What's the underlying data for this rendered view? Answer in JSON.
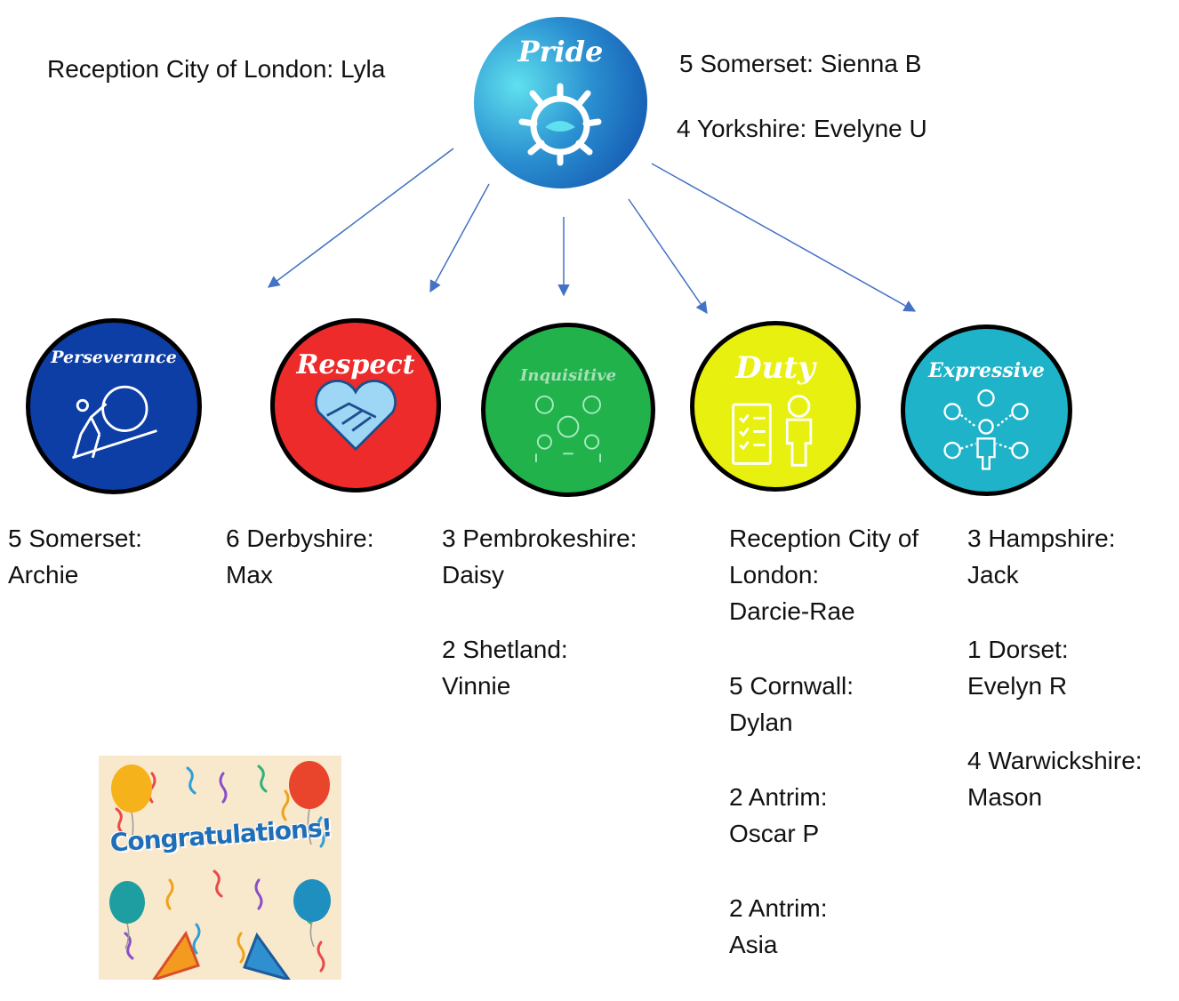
{
  "pride": {
    "label": "Pride",
    "winners": [
      "Reception City of London: Lyla",
      "5 Somerset: Sienna B",
      "4 Yorkshire: Evelyne U"
    ]
  },
  "values": [
    {
      "id": "perseverance",
      "label": "Perseverance",
      "color": "#0c3ea5",
      "winners": [
        {
          "class": "5 Somerset:",
          "name": "Archie"
        }
      ]
    },
    {
      "id": "respect",
      "label": "Respect",
      "color": "#ee2b2b",
      "winners": [
        {
          "class": "6 Derbyshire:",
          "name": "Max"
        }
      ]
    },
    {
      "id": "inquisitive",
      "label": "Inquisitive",
      "color": "#22b24c",
      "winners": [
        {
          "class": "3 Pembrokeshire:",
          "name": "Daisy"
        },
        {
          "class": "2 Shetland:",
          "name": "Vinnie"
        }
      ]
    },
    {
      "id": "duty",
      "label": "Duty",
      "color": "#e8f010",
      "winners": [
        {
          "class": "Reception City of London:",
          "name": "Darcie-Rae"
        },
        {
          "class": "5 Cornwall:",
          "name": "Dylan"
        },
        {
          "class": "2 Antrim:",
          "name": "Oscar P"
        },
        {
          "class": "2 Antrim:",
          "name": "Asia"
        }
      ]
    },
    {
      "id": "expressive",
      "label": "Expressive",
      "color": "#1eb3c8",
      "winners": [
        {
          "class": "3 Hampshire:",
          "name": "Jack"
        },
        {
          "class": "1 Dorset:",
          "name": "Evelyn R"
        },
        {
          "class": "4 Warwickshire:",
          "name": "Mason"
        }
      ]
    }
  ],
  "congrats": {
    "text": "Congratulations!"
  },
  "colors": {
    "arrow": "#4472c4",
    "pride_light": "#4fd3e6",
    "pride_dark": "#0d47a8"
  }
}
